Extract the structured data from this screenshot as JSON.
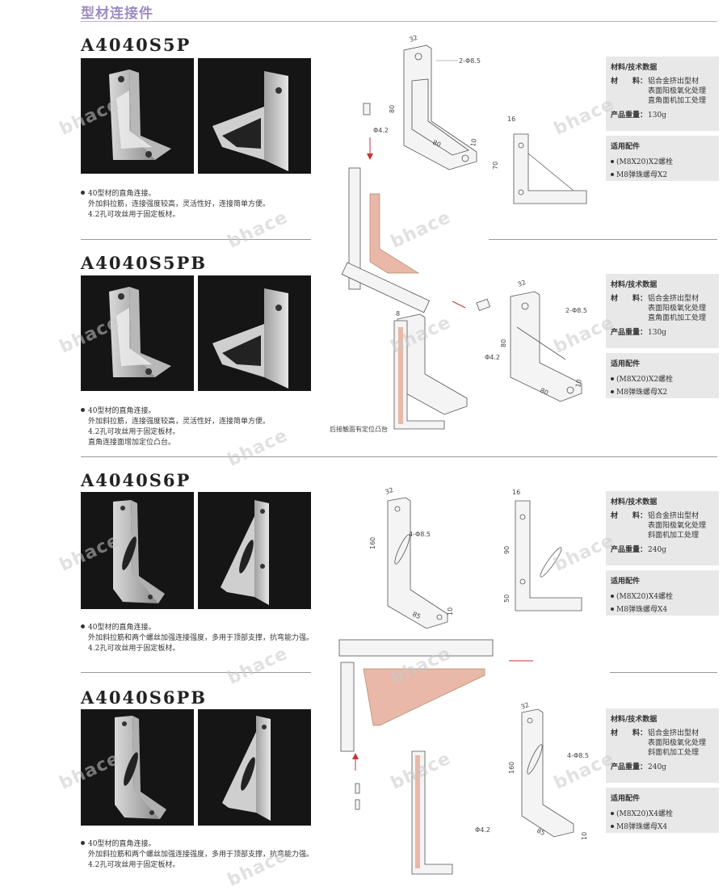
{
  "page": {
    "title": "型材连接件",
    "watermark": "bhace"
  },
  "sections": [
    {
      "model": "A4040S5P",
      "desc": [
        "40型材的直角连接。",
        "外加斜拉筋，连接强度较高，灵活性好，连接简单方便。",
        "4.2孔可攻丝用于固定板材。"
      ],
      "spec": {
        "heading": "材料/技术数据",
        "material_key": "材　　料：",
        "material": [
          "铝合金挤出型材",
          "表面阳极氧化处理",
          "直角面机加工处理"
        ],
        "weight_key": "产品重量：",
        "weight": "130g",
        "acc_heading": "适用配件",
        "accessories": [
          "(M8X20)X2螺栓",
          "M8弹珠螺母X2"
        ]
      },
      "dims": {
        "top": "32",
        "hole": "2-Φ8.5",
        "height": "80",
        "width": "80",
        "thick": "10",
        "small": "Φ4.2",
        "side_w": "16",
        "side_h": "70"
      }
    },
    {
      "model": "A4040S5PB",
      "desc": [
        "40型材的直角连接。",
        "外加斜拉筋，连接强度较高，灵活性好，连接简单方便。",
        "4.2孔可攻丝用于固定板材。",
        "直角连接面增加定位凸台。"
      ],
      "spec": {
        "heading": "材料/技术数据",
        "material_key": "材　　料：",
        "material": [
          "铝合金挤出型材",
          "表面阳极氧化处理",
          "直角面机加工处理"
        ],
        "weight_key": "产品重量：",
        "weight": "130g",
        "acc_heading": "适用配件",
        "accessories": [
          "(M8X20)X2螺栓",
          "M8弹珠螺母X2"
        ]
      },
      "dims": {
        "top": "32",
        "hole": "2-Φ8.5",
        "height": "80",
        "width": "80",
        "thick": "10",
        "small": "Φ4.2",
        "side": "8",
        "note": "后接触面有定位凸台"
      }
    },
    {
      "model": "A4040S6P",
      "desc": [
        "40型材的直角连接。",
        "外加斜拉筋和两个螺丝加强连接强度，多用于顶部支撑，抗弯能力强。",
        "4.2孔可攻丝用于固定板材。"
      ],
      "spec": {
        "heading": "材料/技术数据",
        "material_key": "材　　料：",
        "material": [
          "铝合金挤出型材",
          "表面阳极氧化处理",
          "斜面机加工处理"
        ],
        "weight_key": "产品重量：",
        "weight": "240g",
        "acc_heading": "适用配件",
        "accessories": [
          "(M8X20)X4螺栓",
          "M8弹珠螺母X4"
        ]
      },
      "dims": {
        "top": "32",
        "hole": "4-Φ8.5",
        "height": "160",
        "width": "85",
        "thick": "10",
        "side_w": "16",
        "upper": "90",
        "lower": "50"
      }
    },
    {
      "model": "A4040S6PB",
      "desc": [
        "40型材的直角连接。",
        "外加斜拉筋和两个螺丝加强连接强度，多用于顶部支撑，抗弯能力强。",
        "4.2孔可攻丝用于固定板材。"
      ],
      "spec": {
        "heading": "材料/技术数据",
        "material_key": "材　　料：",
        "material": [
          "铝合金挤出型材",
          "表面阳极氧化处理",
          "斜面机加工处理"
        ],
        "weight_key": "产品重量：",
        "weight": "240g",
        "acc_heading": "适用配件",
        "accessories": [
          "(M8X20)X4螺栓",
          "M8弹珠螺母X4"
        ]
      },
      "dims": {
        "top": "32",
        "hole": "4-Φ8.5",
        "height": "160",
        "width": "85",
        "thick": "10",
        "small": "Φ4.2"
      }
    }
  ]
}
